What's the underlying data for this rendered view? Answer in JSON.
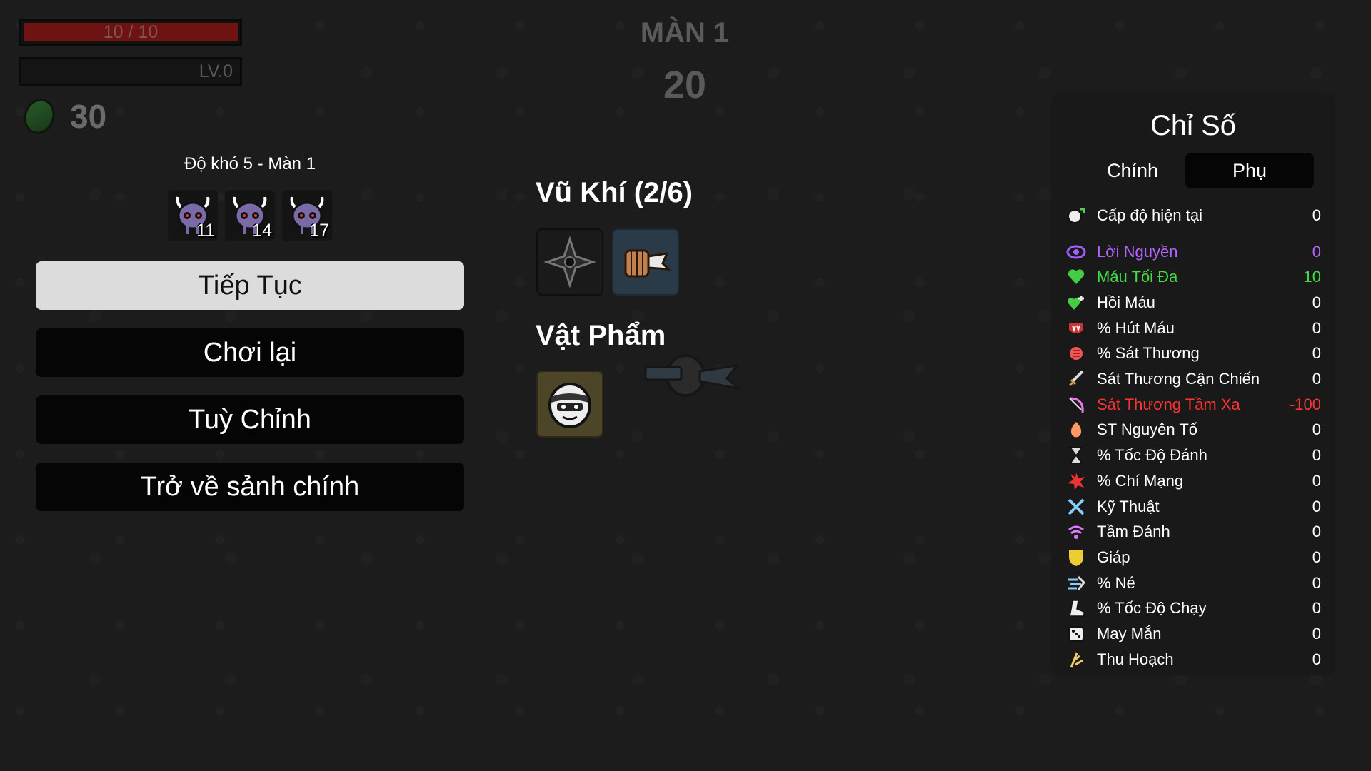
{
  "hud": {
    "hp_text": "10 / 10",
    "hp_fraction": 1.0,
    "level_text": "LV.0",
    "gold": "30"
  },
  "wave": {
    "title": "MÀN 1",
    "timer": "20"
  },
  "run_info": {
    "difficulty": "Độ khó 5 - Màn 1",
    "danger_counts": [
      "11",
      "14",
      "17"
    ]
  },
  "menu": {
    "continue": "Tiếp Tục",
    "restart": "Chơi lại",
    "options": "Tuỳ Chỉnh",
    "main_menu": "Trở về sảnh chính"
  },
  "inventory": {
    "weapons_title": "Vũ Khí (2/6)",
    "items_title": "Vật Phẩm",
    "weapons": [
      "shuriken-icon",
      "fist-icon"
    ],
    "items": [
      "ninja-mask-icon"
    ]
  },
  "stats": {
    "title": "Chỉ Số",
    "tab_main": "Chính",
    "tab_sub": "Phụ",
    "level": {
      "label": "Cấp độ hiện tại",
      "value": "0",
      "icon": "level-icon"
    },
    "rows": [
      {
        "label": "Lời Nguyền",
        "value": "0",
        "color": "#b266ff",
        "icon": "curse-icon"
      },
      {
        "label": "Máu Tối Đa",
        "value": "10",
        "color": "#44dd44",
        "icon": "heart-icon"
      },
      {
        "label": "Hồi Máu",
        "value": "0",
        "color": "#ffffff",
        "icon": "regen-icon"
      },
      {
        "label": "% Hút Máu",
        "value": "0",
        "color": "#ffffff",
        "icon": "lifesteal-icon"
      },
      {
        "label": "% Sát Thương",
        "value": "0",
        "color": "#ffffff",
        "icon": "damage-icon"
      },
      {
        "label": "Sát Thương Cận Chiến",
        "value": "0",
        "color": "#ffffff",
        "icon": "melee-icon"
      },
      {
        "label": "Sát Thương Tầm Xa",
        "value": "-100",
        "color": "#ff3333",
        "icon": "ranged-icon"
      },
      {
        "label": "ST Nguyên Tố",
        "value": "0",
        "color": "#ffffff",
        "icon": "elemental-icon"
      },
      {
        "label": "% Tốc Độ Đánh",
        "value": "0",
        "color": "#ffffff",
        "icon": "attack-speed-icon"
      },
      {
        "label": "% Chí Mạng",
        "value": "0",
        "color": "#ffffff",
        "icon": "crit-icon"
      },
      {
        "label": "Kỹ Thuật",
        "value": "0",
        "color": "#ffffff",
        "icon": "engineering-icon"
      },
      {
        "label": "Tầm Đánh",
        "value": "0",
        "color": "#ffffff",
        "icon": "range-icon"
      },
      {
        "label": "Giáp",
        "value": "0",
        "color": "#ffffff",
        "icon": "armor-icon"
      },
      {
        "label": "% Né",
        "value": "0",
        "color": "#ffffff",
        "icon": "dodge-icon"
      },
      {
        "label": "% Tốc Độ Chạy",
        "value": "0",
        "color": "#ffffff",
        "icon": "speed-icon"
      },
      {
        "label": "May Mắn",
        "value": "0",
        "color": "#ffffff",
        "icon": "luck-icon"
      },
      {
        "label": "Thu Hoạch",
        "value": "0",
        "color": "#ffffff",
        "icon": "harvest-icon"
      }
    ]
  }
}
